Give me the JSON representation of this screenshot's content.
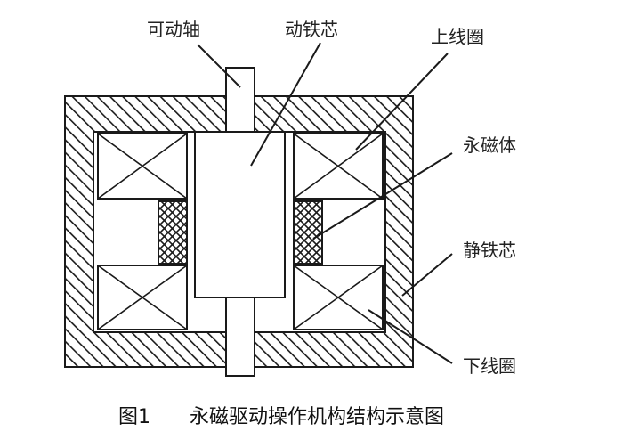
{
  "labels": {
    "movable_shaft": "可动轴",
    "moving_core": "动铁芯",
    "upper_coil": "上线圈",
    "permanent_magnet": "永磁体",
    "static_core": "静铁芯",
    "lower_coil": "下线圈"
  },
  "caption": {
    "number": "图1",
    "text": "永磁驱动操作机构结构示意图"
  },
  "colors": {
    "stroke": "#1a1a1a",
    "hatch": "#1a1a1a",
    "background": "#ffffff",
    "text": "#222222"
  }
}
